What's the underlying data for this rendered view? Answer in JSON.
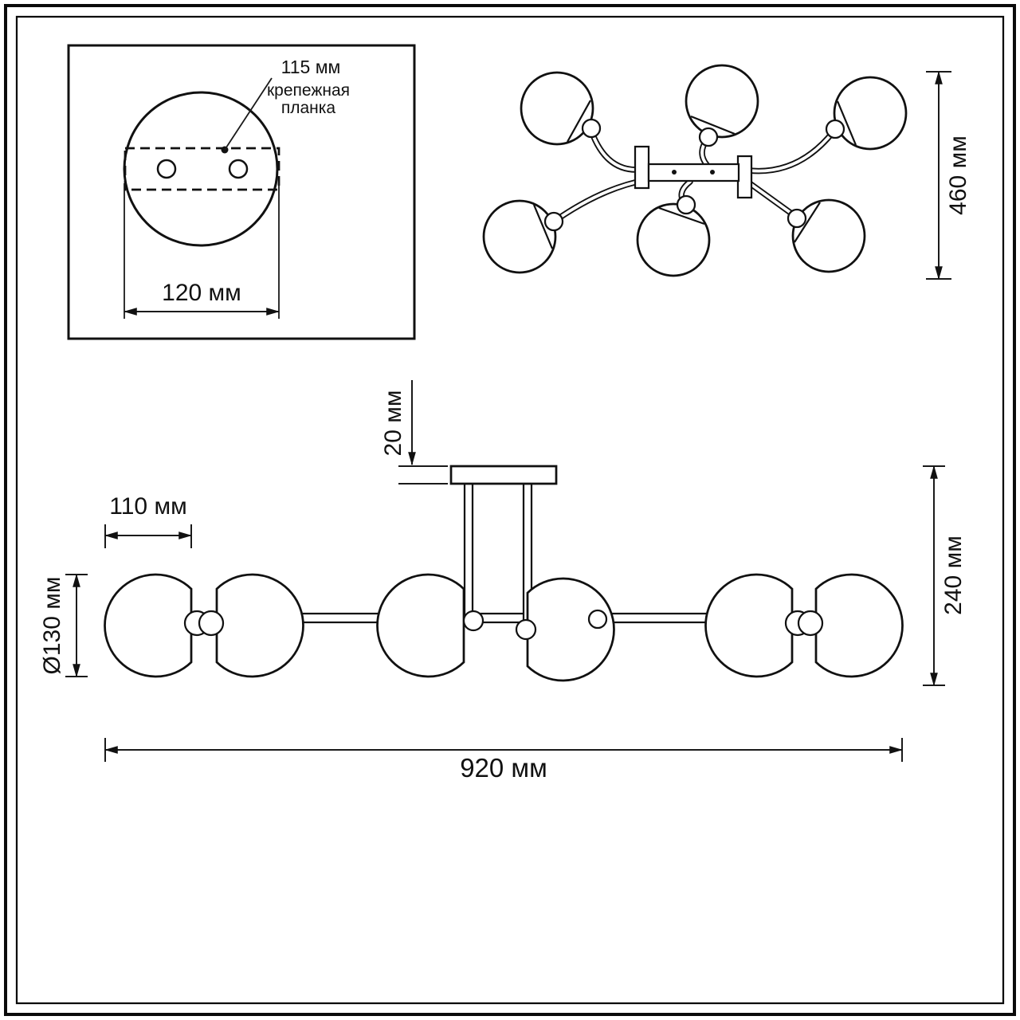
{
  "drawing": {
    "mount_detail": {
      "offset_label": "115 мм",
      "bracket_label_line1": "крепежная",
      "bracket_label_line2": "планка",
      "width_label": "120 мм"
    },
    "top_view": {
      "width_label": "460 мм"
    },
    "side_view": {
      "plate_height_label": "20 мм",
      "shade_width_label": "110 мм",
      "shade_diameter_label": "Ø130 мм",
      "height_label": "240 мм",
      "total_width_label": "920 мм"
    }
  }
}
